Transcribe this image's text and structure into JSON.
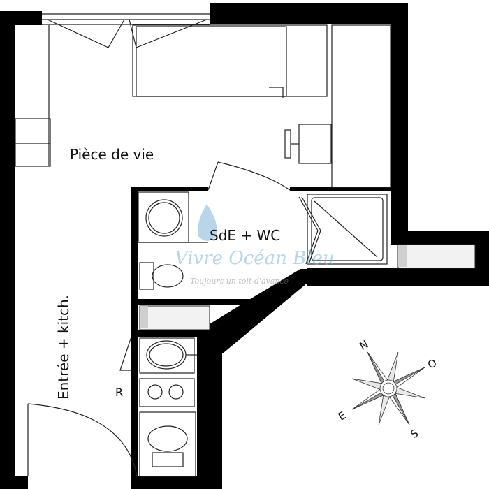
{
  "rooms": {
    "living": "Pièce de vie",
    "bathroom": "SdE + WC",
    "entrance": "Entrée + kitch.",
    "fridge": "R"
  },
  "watermark": {
    "title": "Vivre Océan Bleu",
    "subtitle": "Toujours un toit d'avance"
  },
  "compass": {
    "north": "N",
    "south": "S",
    "east": "E",
    "west": "O"
  },
  "colors": {
    "wall": "#000000",
    "line": "#222222",
    "watermark": "#7fb3d9"
  }
}
